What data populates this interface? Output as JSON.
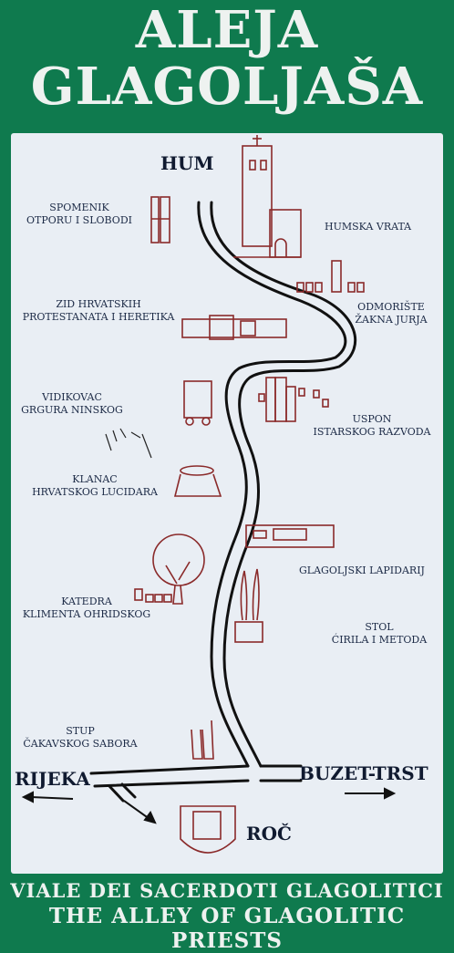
{
  "header": {
    "line1": "ALEJA",
    "line2": "GLAGOLJAŠA"
  },
  "footer": {
    "line1": "VIALE DEI SACERDOTI GLAGOLITICI",
    "line2": "THE ALLEY OF GLAGOLITIC PRIESTS"
  },
  "places": {
    "hum": "HUM",
    "roc": "ROČ",
    "rijeka": "RIJEKA",
    "buzet": "BUZET-TRST"
  },
  "stops": [
    {
      "lines": [
        "SPOMENIK",
        "OTPORU I SLOBODI"
      ]
    },
    {
      "lines": [
        "HUMSKA VRATA"
      ]
    },
    {
      "lines": [
        "ZID HRVATSKIH",
        "PROTESTANATA I HERETIKA"
      ]
    },
    {
      "lines": [
        "ODMORIŠTE",
        "ŽAKNA JURJA"
      ]
    },
    {
      "lines": [
        "VIDIKOVAC",
        "GRGURA NINSKOG"
      ]
    },
    {
      "lines": [
        "USPON",
        "ISTARSKOG RAZVODA"
      ]
    },
    {
      "lines": [
        "KLANAC",
        "HRVATSKOG LUCIDARA"
      ]
    },
    {
      "lines": [
        "GLAGOLJSKI LAPIDARIJ"
      ]
    },
    {
      "lines": [
        "KATEDRA",
        "KLIMENTA OHRIDSKOG"
      ]
    },
    {
      "lines": [
        "STOL",
        "ĆIRILA I METODA"
      ]
    },
    {
      "lines": [
        "STUP",
        "ČAKAVSKOG SABORA"
      ]
    }
  ],
  "colors": {
    "background": "#0f7a4e",
    "panel": "#e9eef4",
    "road": "#111111",
    "monument": "#8a2a2a",
    "text": "#1c2a46"
  }
}
